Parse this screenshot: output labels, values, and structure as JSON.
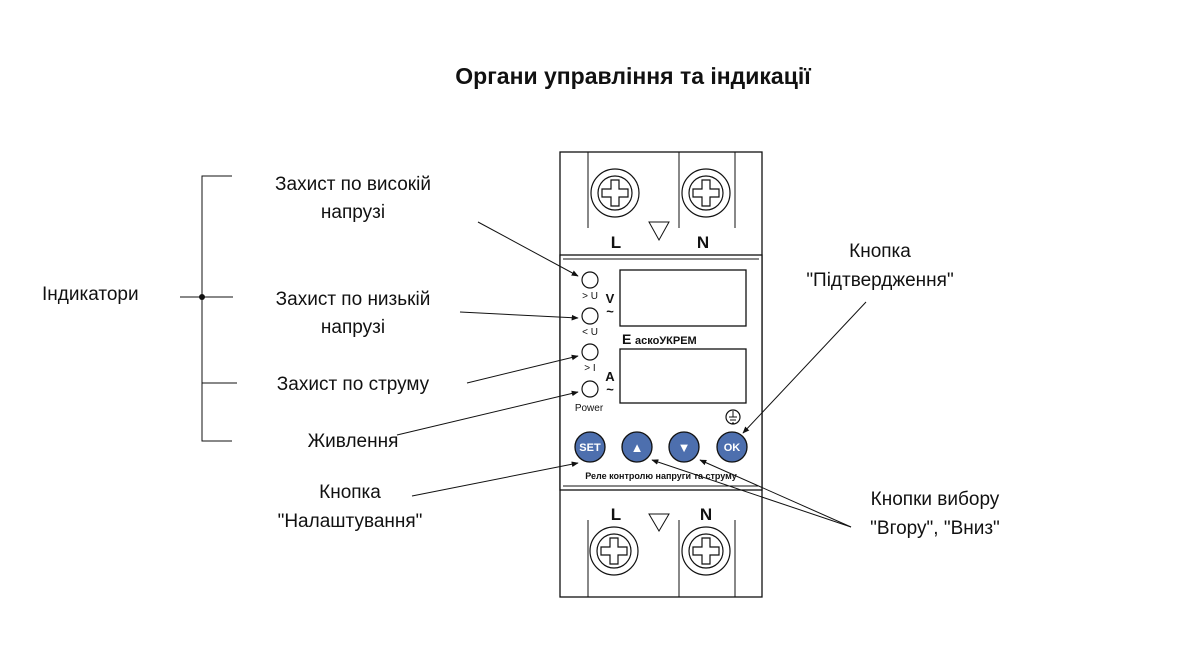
{
  "title": "Органи управління та індикації",
  "labels": {
    "indicators": "Індикатори",
    "high_voltage_l1": "Захист по високій",
    "high_voltage_l2": "напрузі",
    "low_voltage_l1": "Захист по низькій",
    "low_voltage_l2": "напрузі",
    "current": "Захист по струму",
    "power": "Живлення",
    "confirm_l1": "Кнопка",
    "confirm_l2": "\"Підтвердження\"",
    "settings_l1": "Кнопка",
    "settings_l2": "\"Налаштування\"",
    "updown_l1": "Кнопки вибору",
    "updown_l2": "\"Вгору\", \"Вниз\""
  },
  "device": {
    "terminal_L": "L",
    "terminal_N": "N",
    "led_high_u": "> U",
    "led_low_u": "< U",
    "led_current": "> I",
    "led_power": "Power",
    "unit_volt": "V",
    "unit_amp": "A",
    "tilde": "~",
    "brand": "аскоУКРЕМ",
    "brand_mark": "Е",
    "btn_set": "SET",
    "btn_ok": "OK",
    "btn_up": "▲",
    "btn_down": "▼",
    "caption": "Реле контролю напруги та струму"
  },
  "colors": {
    "button_fill": "#4d6fae",
    "line": "#111111"
  }
}
